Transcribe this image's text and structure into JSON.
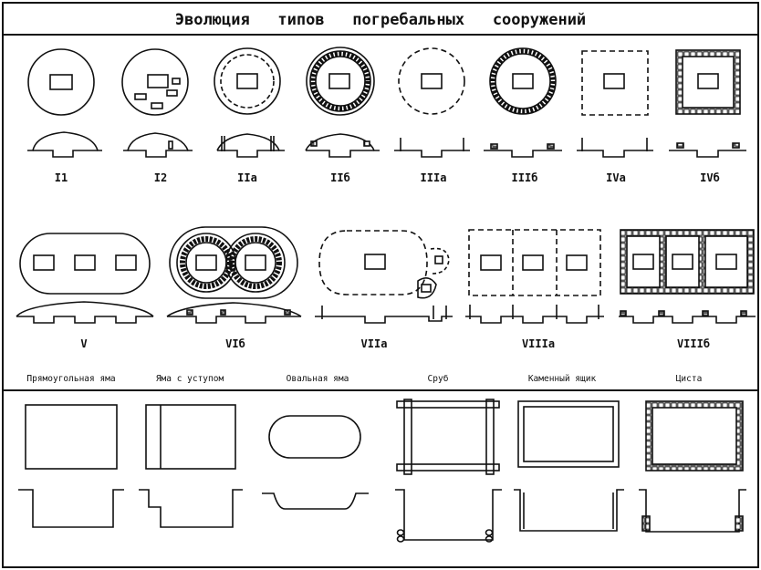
{
  "title": "Эволюция   типов   погребальных   сооружений",
  "row1_labels": [
    "I1",
    "I2",
    "IIа",
    "IIб",
    "IIIа",
    "IIIб",
    "IVа",
    "IVб"
  ],
  "row2_labels": [
    "V",
    "VIб",
    "VIIа",
    "VIIIа",
    "VIIIб"
  ],
  "row3_labels": [
    "Прямоугольная яма",
    "Яма с уступом",
    "Овальная яма",
    "Сруб",
    "Каменный ящик",
    "Циста"
  ],
  "colors": {
    "ink": "#111111",
    "paper": "#ffffff"
  }
}
